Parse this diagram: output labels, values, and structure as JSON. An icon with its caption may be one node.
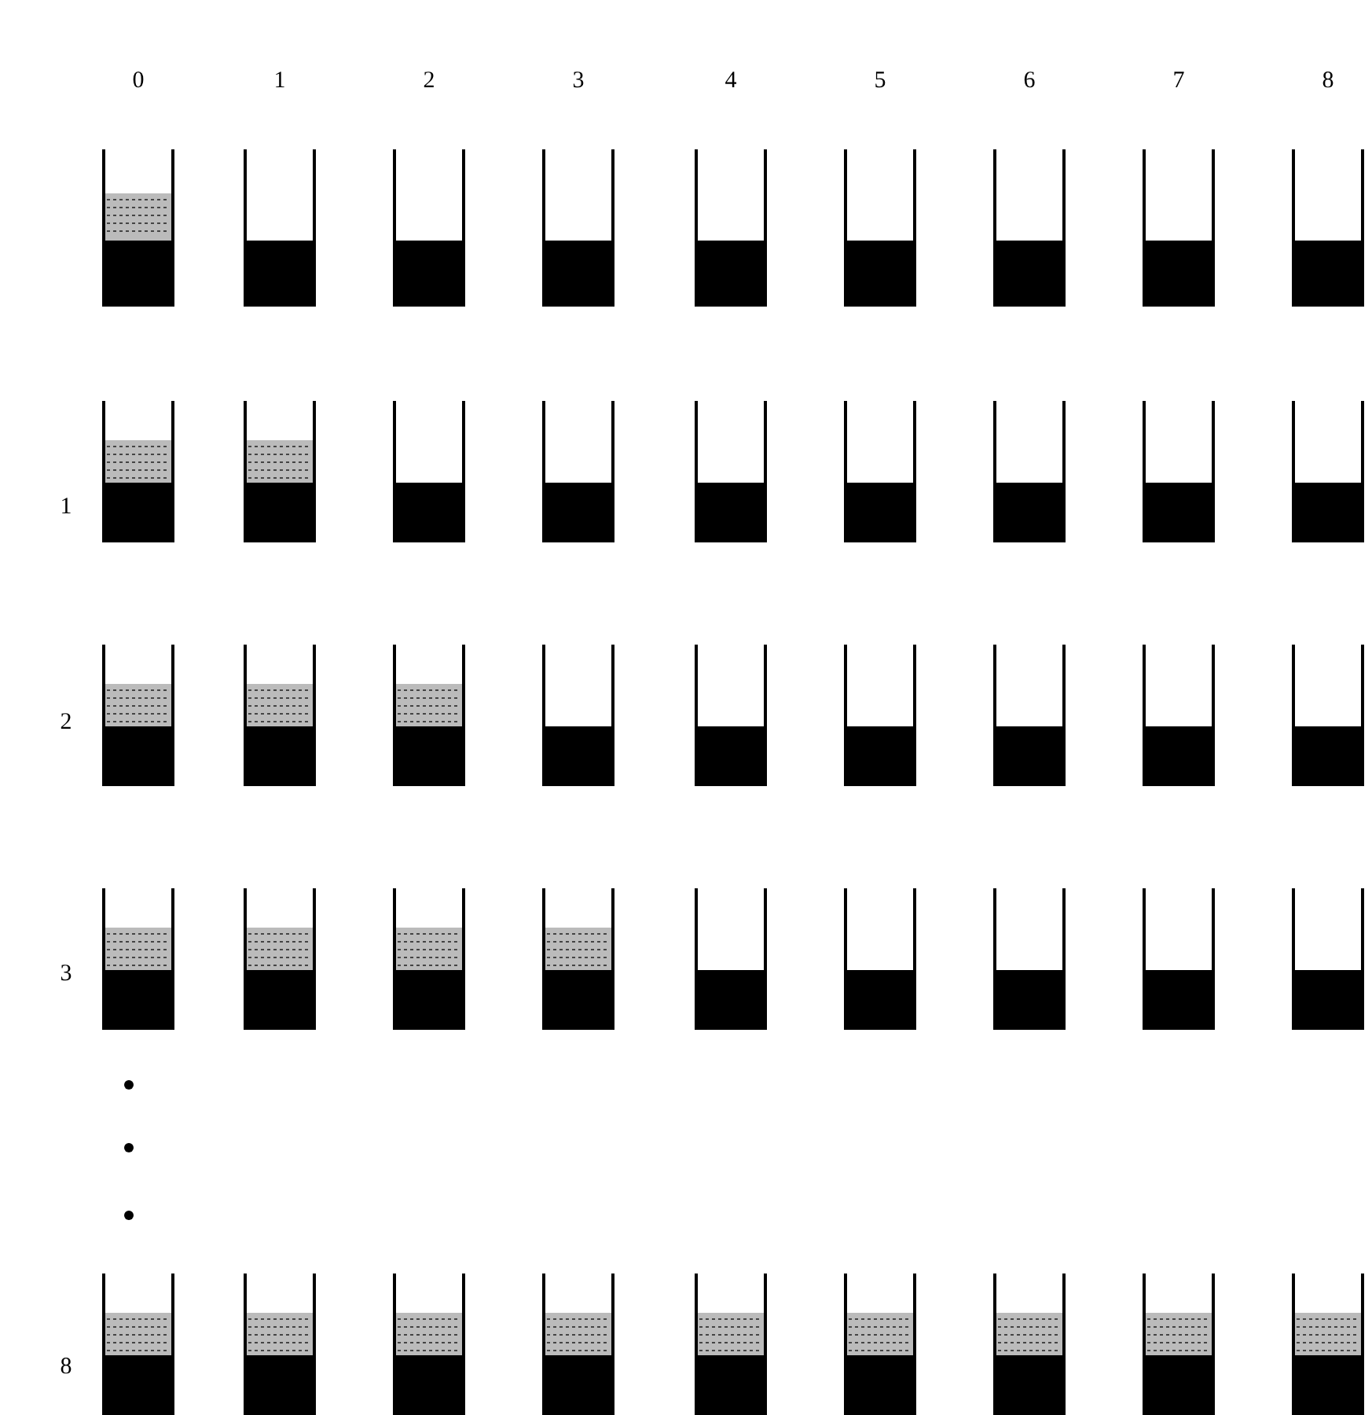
{
  "diagram": {
    "labels": [
      "0",
      "1",
      "2",
      "3",
      "4",
      "5",
      "6",
      "7",
      "8",
      "1",
      "2",
      "3",
      "8"
    ]
  }
}
